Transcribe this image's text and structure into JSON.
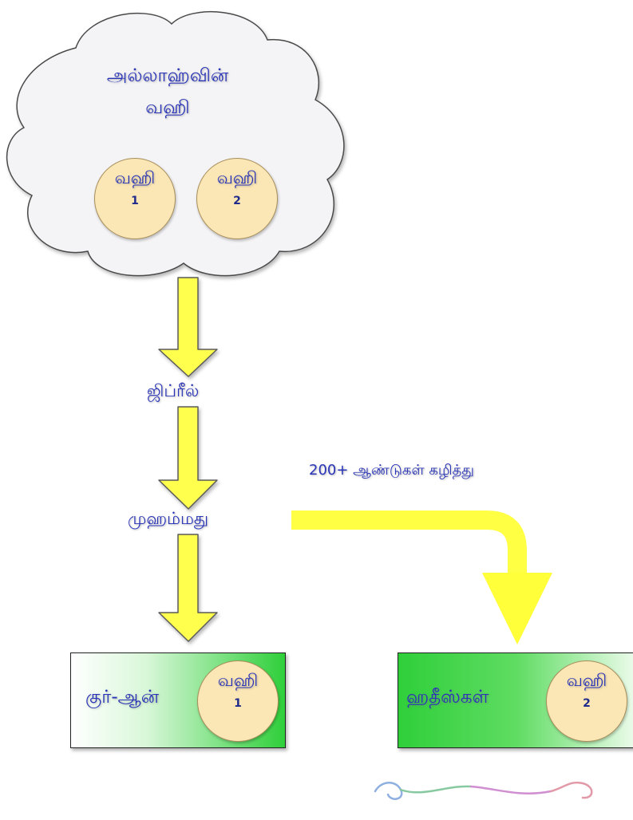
{
  "cloud": {
    "title_line1": "அல்லாஹ்வின்",
    "title_line2": "வஹி",
    "circles": [
      {
        "label": "வஹி",
        "number": "1"
      },
      {
        "label": "வஹி",
        "number": "2"
      }
    ]
  },
  "flow": {
    "step1": "ஜிப்ரீல்",
    "step2": "முஹம்மது",
    "branch_label": "200+ ஆண்டுகள் கழித்து"
  },
  "boxes": {
    "quran": {
      "label": "குர்-ஆன்",
      "circle_label": "வஹி",
      "circle_number": "1"
    },
    "hadith": {
      "label": "ஹதீஸ்கள்",
      "circle_label": "வஹி",
      "circle_number": "2"
    }
  },
  "colors": {
    "arrow_fill": "#ffff4d",
    "arrow_stroke": "#5a5a5a",
    "text": "#2a34b8",
    "circle_fill": "#fbe7b6",
    "box_green": "#2fcf3a",
    "cloud_fill": "#f4f4f6"
  },
  "icons": [
    "cloud-shape",
    "down-arrow",
    "bent-arrow",
    "swirl-ornament"
  ]
}
